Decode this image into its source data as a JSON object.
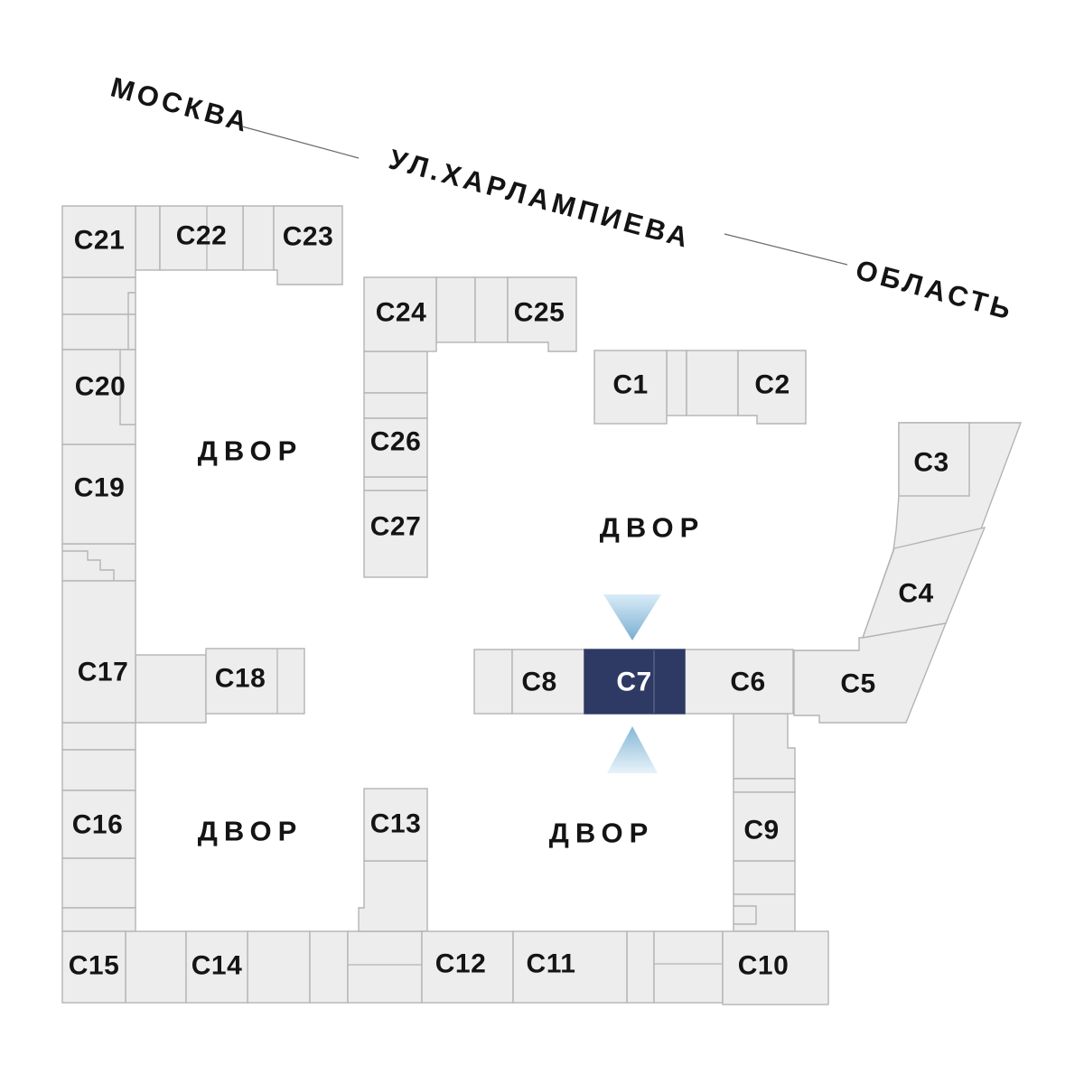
{
  "map": {
    "selected_building": "С7",
    "street_labels": {
      "city": "МОСКВА",
      "street": "УЛ.ХАРЛАМПИЕВА",
      "region": "ОБЛАСТЬ"
    },
    "courtyard_label": "ДВОР",
    "building_labels": {
      "c1": "С1",
      "c2": "С2",
      "c3": "С3",
      "c4": "С4",
      "c5": "С5",
      "c6": "С6",
      "c7": "С7",
      "c8": "С8",
      "c9": "С9",
      "c10": "С10",
      "c11": "С11",
      "c12": "С12",
      "c13": "С13",
      "c14": "С14",
      "c15": "С15",
      "c16": "С16",
      "c17": "С17",
      "c18": "С18",
      "c19": "С19",
      "c20": "С20",
      "c21": "С21",
      "c22": "С22",
      "c23": "С23",
      "c24": "С24",
      "c25": "С25",
      "c26": "С26",
      "c27": "С27"
    },
    "colors": {
      "building_fill": "#ededed",
      "building_stroke": "#b4b4b4",
      "selected_fill": "#2e3a64",
      "selected_text": "#ffffff",
      "label_text": "#141414",
      "arrow_light": "#d9ecf7",
      "arrow_dark": "#79aed2"
    }
  }
}
